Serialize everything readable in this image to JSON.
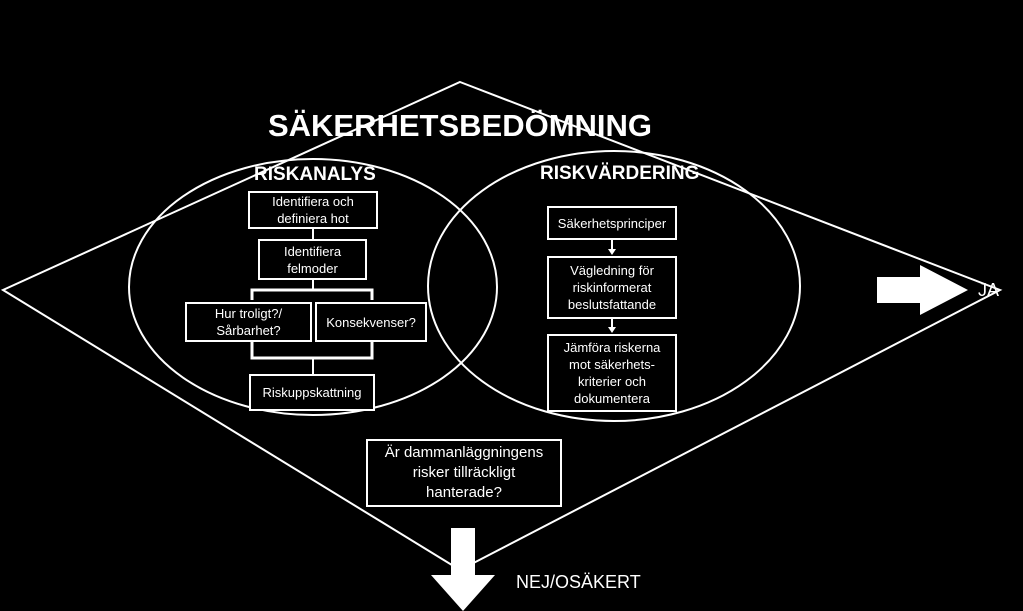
{
  "title": "SÄKERHETSBEDÖMNING",
  "riskanalys": {
    "heading": "RISKANALYS",
    "identify_threats": "Identifiera och\ndefiniera hot",
    "identify_failure_modes": "Identifiera\nfelmoder",
    "likelihood": "Hur troligt?/\nSårbarhet?",
    "consequences": "Konsekvenser?",
    "risk_estimation": "Riskuppskattning"
  },
  "riskvardering": {
    "heading": "RISKVÄRDERING",
    "safety_principles": "Säkerhetsprinciper",
    "guidance": "Vägledning för\nriskinformerat\nbeslutsfattande",
    "compare": "Jämföra riskerna\nmot säkerhets-\nkriterier och\ndokumentera"
  },
  "question": "Är dammanläggningens\nrisker tillräckligt\nhanterade?",
  "outcome_yes": "JA",
  "outcome_no": "NEJ/OSÄKERT",
  "colors": {
    "background": "#000000",
    "foreground": "#ffffff"
  }
}
